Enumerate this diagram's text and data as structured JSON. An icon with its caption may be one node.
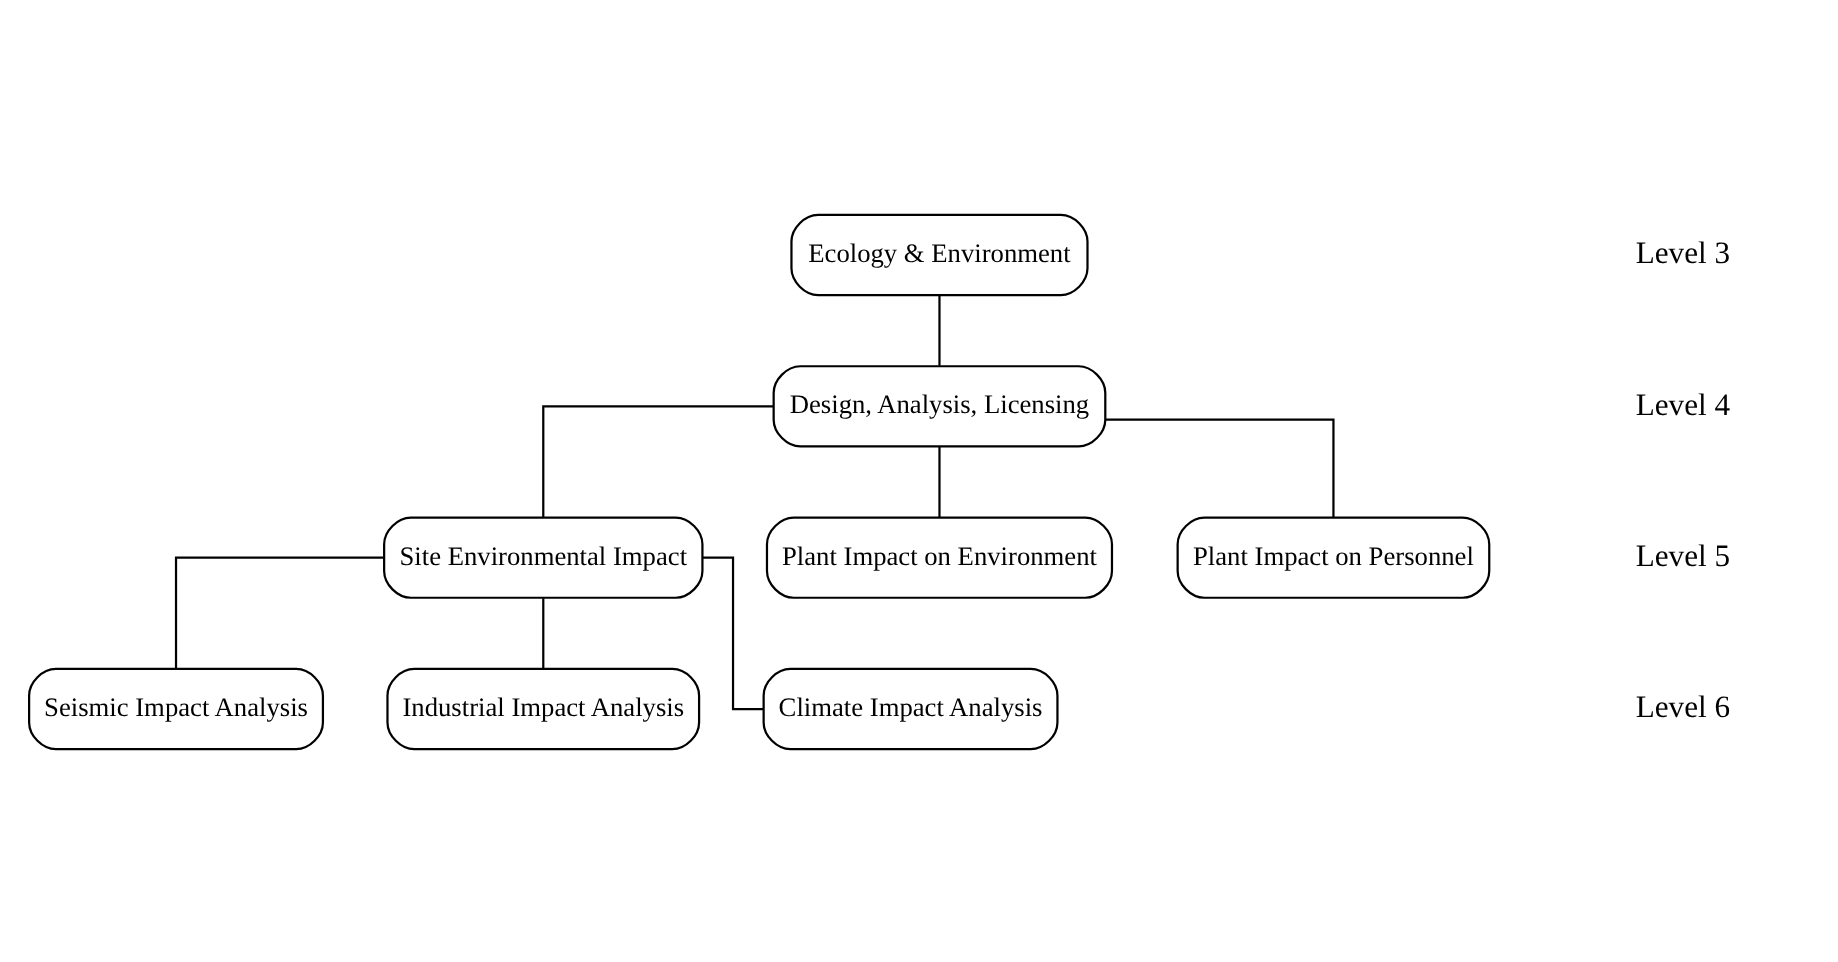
{
  "diagram": {
    "nodes": [
      {
        "text": [
          "Ecology & Environment"
        ]
      },
      {
        "text": [
          "Design, Analysis, Licensing"
        ]
      },
      {
        "text": [
          "Site Environmental Impact"
        ]
      },
      {
        "text": [
          "Plant Impact on Environment"
        ]
      },
      {
        "text": [
          "Plant Impact on Personnel"
        ]
      },
      {
        "text": [
          "Seismic Impact Analysis"
        ]
      },
      {
        "text": [
          "Industrial Impact Analysis"
        ]
      },
      {
        "text": [
          "Climate Impact Analysis"
        ]
      }
    ],
    "edges": [
      {
        "from": 0,
        "to": 1,
        "arrow": "none"
      },
      {
        "from": 1,
        "to": 2,
        "arrow": "none"
      },
      {
        "from": 1,
        "to": 3,
        "arrow": "none"
      },
      {
        "from": 1,
        "to": 4,
        "arrow": "none"
      },
      {
        "from": 2,
        "to": 5,
        "arrow": "none"
      },
      {
        "from": 2,
        "to": 6,
        "arrow": "none"
      },
      {
        "from": 2,
        "to": 7,
        "arrow": "none"
      }
    ],
    "labels": [
      "Level 3",
      "Level 4",
      "Level 5",
      "Level 6"
    ]
  }
}
